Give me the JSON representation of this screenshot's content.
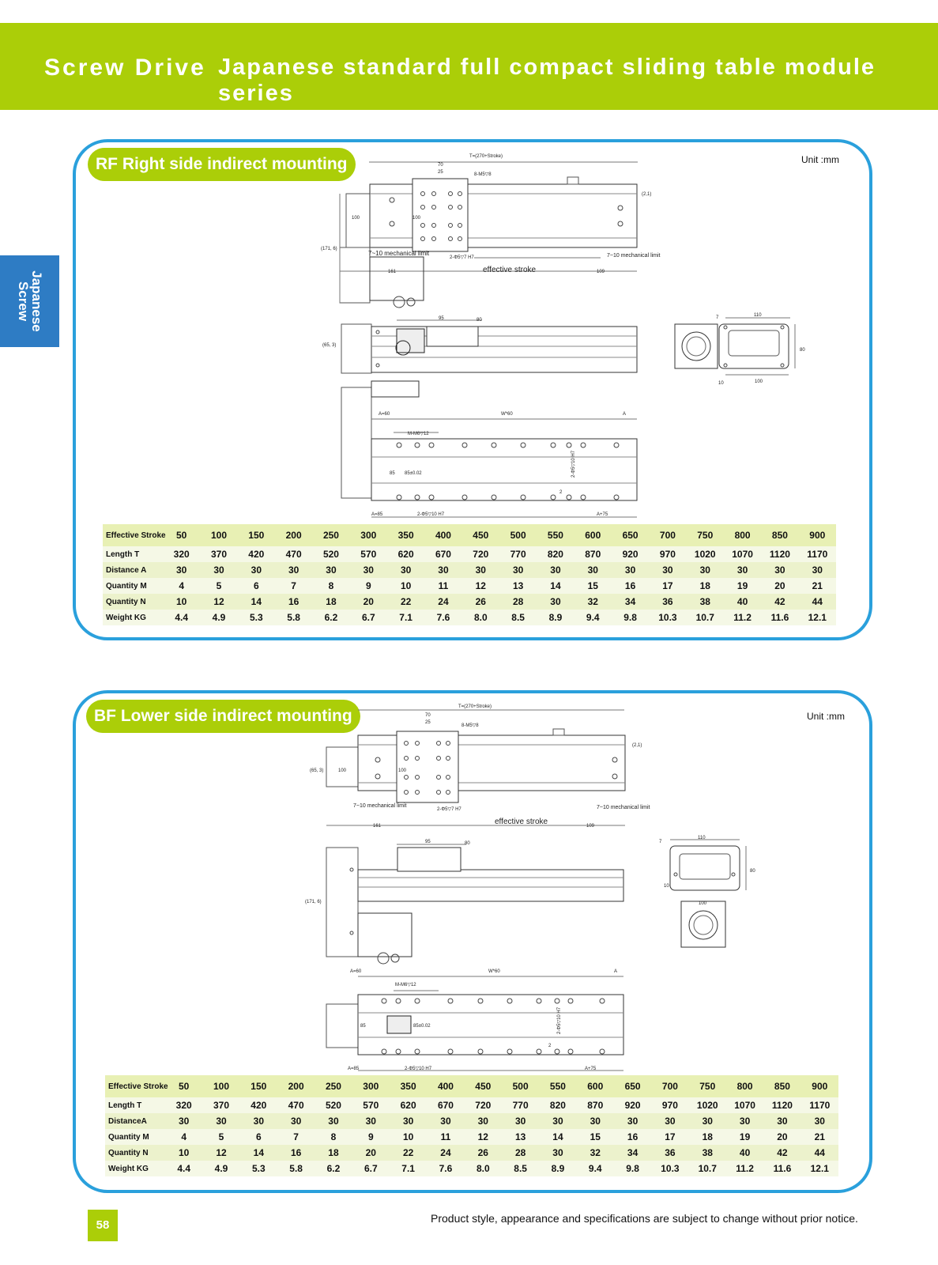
{
  "header": {
    "brand": "Screw Drive",
    "series": "Japanese standard full compact sliding table module series"
  },
  "side_tab": {
    "line1": "Japanese",
    "line2": "Screw"
  },
  "unit_label": "Unit :mm",
  "rf": {
    "title": "RF  Right side indirect mounting",
    "dims": {
      "total": "T=(270+Stroke)",
      "d70": "70",
      "d25": "25",
      "holes": "8-M5▽8",
      "d21": "(2,1)",
      "d100": "100",
      "d100b": "100",
      "d171": "(171, 6)",
      "mech_l": "7~10 mechanical limit",
      "pin": "2-Φ5▽7 H7",
      "mech_r": "7~10 mechanical limit",
      "eff": "effective stroke",
      "d161": "161",
      "d109": "109",
      "d95": "95",
      "d80": "80",
      "d653": "(65, 3)",
      "e110": "110",
      "e7": "7",
      "e80": "80",
      "e10": "10",
      "e100": "100",
      "a60": "A=60",
      "w60": "W*60",
      "a": "A",
      "m6": "M-M6▽12",
      "d85": "85",
      "d85t": "85±0.02",
      "pin2": "2-Φ5▽10 H7",
      "d2": "2",
      "a85": "A=85",
      "pinb": "2-Φ5▽10 H7",
      "a75": "A+75"
    }
  },
  "bf": {
    "title": "BF  Lower side indirect mounting",
    "dims": {
      "total": "T=(270+Stroke)",
      "d70": "70",
      "d25": "25",
      "holes": "8-M5▽8",
      "d21": "(2,1)",
      "d653": "(65, 3)",
      "d100": "100",
      "d100b": "100",
      "mech_l": "7~10 mechanical limit",
      "pin": "2-Φ5▽7 H7",
      "mech_r": "7~10 mechanical limit",
      "eff": "effective stroke",
      "d161": "161",
      "d109": "109",
      "d95": "95",
      "d80": "80",
      "d171": "(171, 6)",
      "e7": "7",
      "e110": "110",
      "e80": "80",
      "e10": "10",
      "e100": "100",
      "a60": "A=60",
      "w60": "W*60",
      "a": "A",
      "m6": "M-M6▽12",
      "d85": "85",
      "d85t": "85±0.02",
      "pin2": "2-Φ5▽10 H7",
      "d2": "2",
      "a85": "A=85",
      "pinb": "2-Φ5▽10 H7",
      "a75": "A+75"
    }
  },
  "table": {
    "headers": {
      "rf": [
        "Effective Stroke",
        "Length  T",
        "Distance A",
        "Quantity M",
        "Quantity N",
        "Weight  KG"
      ],
      "bf": [
        "Effective Stroke",
        "Length  T",
        "DistanceA",
        "Quantity M",
        "Quantity N",
        "Weight  KG"
      ]
    },
    "stroke": [
      "50",
      "100",
      "150",
      "200",
      "250",
      "300",
      "350",
      "400",
      "450",
      "500",
      "550",
      "600",
      "650",
      "700",
      "750",
      "800",
      "850",
      "900"
    ],
    "length": [
      "320",
      "370",
      "420",
      "470",
      "520",
      "570",
      "620",
      "670",
      "720",
      "770",
      "820",
      "870",
      "920",
      "970",
      "1020",
      "1070",
      "1120",
      "1170"
    ],
    "distance": [
      "30",
      "30",
      "30",
      "30",
      "30",
      "30",
      "30",
      "30",
      "30",
      "30",
      "30",
      "30",
      "30",
      "30",
      "30",
      "30",
      "30",
      "30"
    ],
    "qty_m": [
      "4",
      "5",
      "6",
      "7",
      "8",
      "9",
      "10",
      "11",
      "12",
      "13",
      "14",
      "15",
      "16",
      "17",
      "18",
      "19",
      "20",
      "21"
    ],
    "qty_n": [
      "10",
      "12",
      "14",
      "16",
      "18",
      "20",
      "22",
      "24",
      "26",
      "28",
      "30",
      "32",
      "34",
      "36",
      "38",
      "40",
      "42",
      "44"
    ],
    "weight": [
      "4.4",
      "4.9",
      "5.3",
      "5.8",
      "6.2",
      "6.7",
      "7.1",
      "7.6",
      "8.0",
      "8.5",
      "8.9",
      "9.4",
      "9.8",
      "10.3",
      "10.7",
      "11.2",
      "11.6",
      "12.1"
    ]
  },
  "footer": {
    "page": "58",
    "notice": "Product style, appearance and specifications are subject to change without prior notice."
  }
}
